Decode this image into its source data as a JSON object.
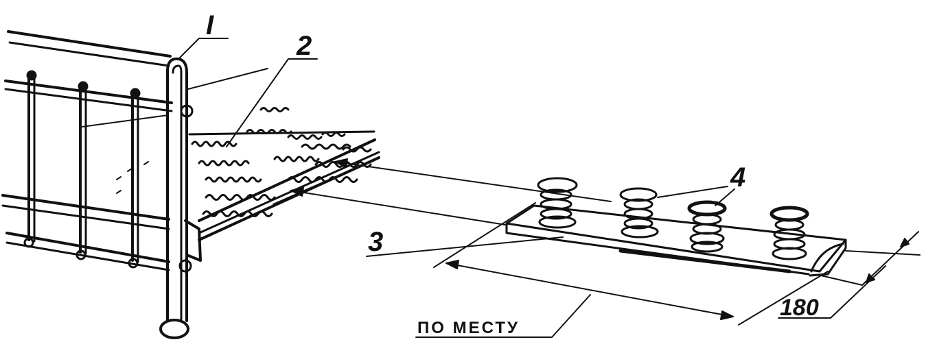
{
  "diagram": {
    "labels": {
      "part_1": "I",
      "part_2": "2",
      "part_3": "3",
      "part_4": "4"
    },
    "dimension_width": "180",
    "dimension_length": "ПО МЕСТУ"
  }
}
